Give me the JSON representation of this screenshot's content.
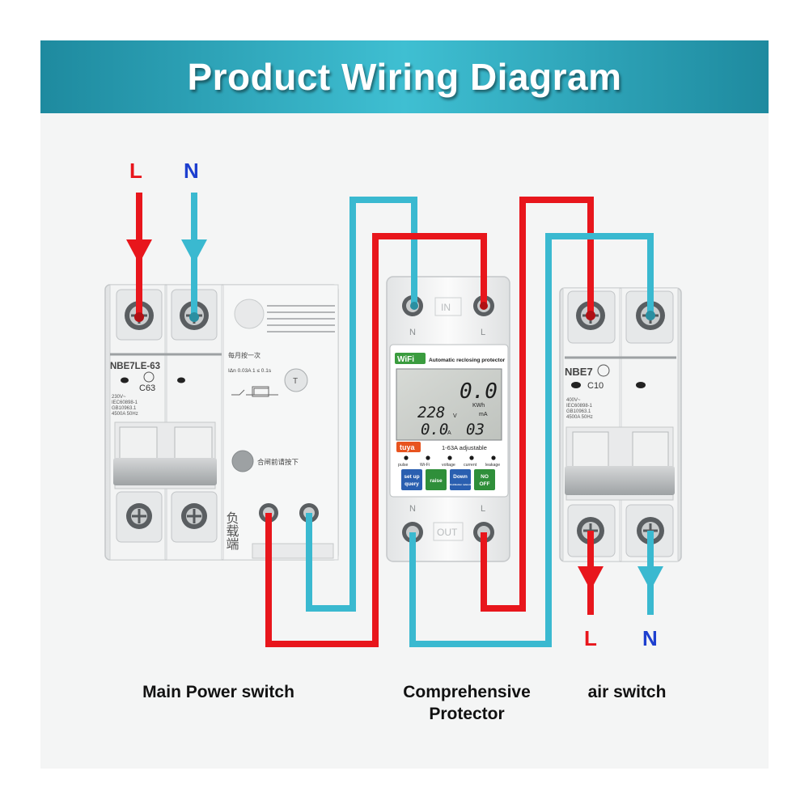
{
  "banner": {
    "title": "Product Wiring Diagram"
  },
  "colors": {
    "live_wire": "#e8161c",
    "neutral_wire": "#3ab9d0",
    "banner": "#2aa3b8"
  },
  "input_labels": {
    "live": "L",
    "neutral": "N"
  },
  "output_labels": {
    "live": "L",
    "neutral": "N"
  },
  "main_switch": {
    "model": "NBE7LE-63",
    "rating": "C63",
    "spec_lines": [
      "230V~",
      "IEC60898-1",
      "GB10963.1",
      "4500A 50Hz"
    ],
    "test_text": "T",
    "leakage_text": "IΔn 0.03A  1 ≤ 0.1s",
    "monthly_text": "每月按一次",
    "reset_text": "合闸前请按下",
    "load_text": "负载端"
  },
  "protector": {
    "in_label": "IN",
    "out_label": "OUT",
    "terminal_n": "N",
    "terminal_l": "L",
    "wifi_badge": "WiFi",
    "header_text": "Automatic reclosing protector",
    "lcd": {
      "energy": "0.0",
      "energy_unit": "KWh",
      "voltage": "228",
      "voltage_unit": "V",
      "current": "0.0",
      "current_unit": "A",
      "leak": "03",
      "leak_unit": "mA"
    },
    "brand": "tuya",
    "range_text": "1-63A adjustable",
    "indicators": [
      "pulse",
      "Wi-Fi",
      "voltage",
      "current",
      "leakage"
    ],
    "buttons": [
      {
        "line1": "set up",
        "line2": "query"
      },
      {
        "line1": "raise",
        "line2": ""
      },
      {
        "line1": "Down",
        "line2": "Distribution network"
      },
      {
        "line1": "NO",
        "line2": "OFF"
      }
    ]
  },
  "air_switch": {
    "model": "NBE7",
    "rating": "C10",
    "spec_lines": [
      "400V~",
      "IEC60898-1",
      "GB10963.1",
      "4500A 50Hz"
    ]
  },
  "captions": {
    "main": "Main Power switch",
    "protector_line1": "Comprehensive",
    "protector_line2": "Protector",
    "air": "air switch"
  }
}
